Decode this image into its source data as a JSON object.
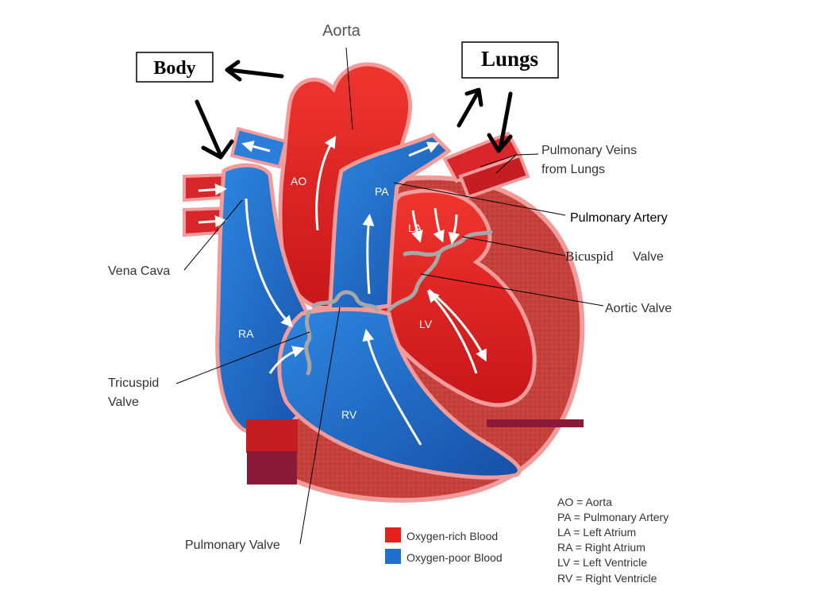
{
  "title": "Aorta",
  "boxes": {
    "body": "Body",
    "lungs": "Lungs"
  },
  "labels": {
    "pulmonary_veins_line1": "Pulmonary Veins",
    "pulmonary_veins_line2": "from Lungs",
    "pulmonary_artery": "Pulmonary Artery",
    "bicuspid_word": "Bicuspid",
    "bicuspid_valve": "Valve",
    "aortic_valve": "Aortic Valve",
    "vena_cava": "Vena Cava",
    "tricuspid_line1": "Tricuspid",
    "tricuspid_line2": "Valve",
    "pulmonary_valve": "Pulmonary Valve"
  },
  "chambers": {
    "ao": "AO",
    "pa": "PA",
    "la": "LA",
    "lv": "LV",
    "ra": "RA",
    "rv": "RV"
  },
  "legend": {
    "oxygen_rich": "Oxygen-rich Blood",
    "oxygen_poor": "Oxygen-poor Blood",
    "oxygen_rich_color": "#e3201b",
    "oxygen_poor_color": "#1f6fcc"
  },
  "key": [
    "AO = Aorta",
    "PA = Pulmonary Artery",
    "LA = Left Atrium",
    "RA = Right Atrium",
    "LV = Left Ventricle",
    "RV = Right Ventricle"
  ],
  "colors": {
    "red": "#e3201b",
    "dark_red": "#b7222a",
    "muscle": "#c0392b",
    "pink_border": "#f29b9b",
    "blue": "#1f6fcc",
    "dark_blue": "#174c9e",
    "maroon": "#8b1a3a"
  }
}
